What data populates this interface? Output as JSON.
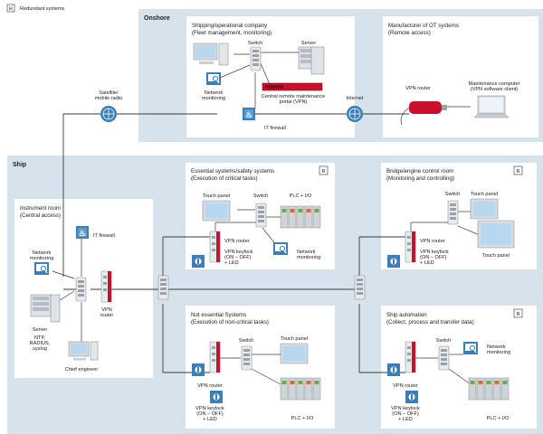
{
  "legend": {
    "badge": "R",
    "label": "Redundant systems"
  },
  "zones": {
    "onshore": "Onshore",
    "ship": "Ship"
  },
  "boxes": {
    "shipping": {
      "title1": "Shipping/operational company",
      "title2": "(Fleet management, monitoring)"
    },
    "manufacturer": {
      "title1": "Manufacturer of OT systems",
      "title2": "(Remote access)"
    },
    "essential": {
      "title1": "Essential systems/safety systems",
      "title2": "(Execution of critical tasks)",
      "badge": "R"
    },
    "bridge": {
      "title1": "Bridge/engine control room",
      "title2": "(Monitoring and controlling)",
      "badge": "R"
    },
    "instrument": {
      "title1": "Instrument room",
      "title2": "(Central access)"
    },
    "nonessential": {
      "title1": "Not essential Systems",
      "title2": "(Execution of non-critical tasks)"
    },
    "automation": {
      "title1": "Ship automation",
      "title2": "(Collect, process and transfer data)",
      "badge": "R"
    }
  },
  "labels": {
    "shipping_switch": "Switch",
    "shipping_server": "Server",
    "shipping_netmon1": "Network",
    "shipping_netmon2": "monitoring",
    "portal1": "Central remote maintenance",
    "portal2": "portal (VPN)",
    "it_firewall_onshore": "IT firewall",
    "internet": "Internet",
    "satellite1": "Satellite/",
    "satellite2": "mobile radio",
    "mfr_vpn_router": "VPN router",
    "maint1": "Maintenance computer",
    "maint2": "(VPN software client)",
    "ess_touch": "Touch panel",
    "ess_switch": "Switch",
    "ess_plc": "PLC + I/O",
    "ess_vpn": "VPN router",
    "ess_keylock1": "VPN keylock",
    "ess_keylock2": "(ON – OFF)",
    "ess_keylock3": "+ LED",
    "ess_netmon1": "Network",
    "ess_netmon2": "monitoring",
    "br_switch": "Switch",
    "br_touch1": "Touch panel",
    "br_vpn": "VPN router",
    "br_keylock1": "VPN keylock",
    "br_keylock2": "(ON – OFF)",
    "br_keylock3": "+ LED",
    "br_touch2": "Touch panel",
    "inst_firewall": "IT firewall",
    "inst_netmon1": "Network",
    "inst_netmon2": "monitoring",
    "inst_vpn1": "VPN",
    "inst_vpn2": "router",
    "inst_server": "Server",
    "inst_ntp1": "NTP,",
    "inst_ntp2": "RADIUS,",
    "inst_ntp3": "syslog",
    "inst_chief": "Chief engineer",
    "ne_switch": "Switch",
    "ne_touch": "Touch panel",
    "ne_vpn": "VPN router",
    "ne_keylock1": "VPN keylock",
    "ne_keylock2": "(ON – OFF)",
    "ne_keylock3": "+ LED",
    "ne_plc": "PLC + I/O",
    "au_switch": "Switch",
    "au_netmon1": "Network",
    "au_netmon2": "monitoring",
    "au_vpn": "VPN router",
    "au_keylock1": "VPN keylock",
    "au_keylock2": "(ON – OFF)",
    "au_keylock3": "+ LED",
    "au_plc": "PLC + I/O"
  },
  "colors": {
    "zone": "#d6e3ec",
    "accent": "#3b7fb6",
    "firewall": "#c8102e",
    "device": "#c9ced3"
  }
}
